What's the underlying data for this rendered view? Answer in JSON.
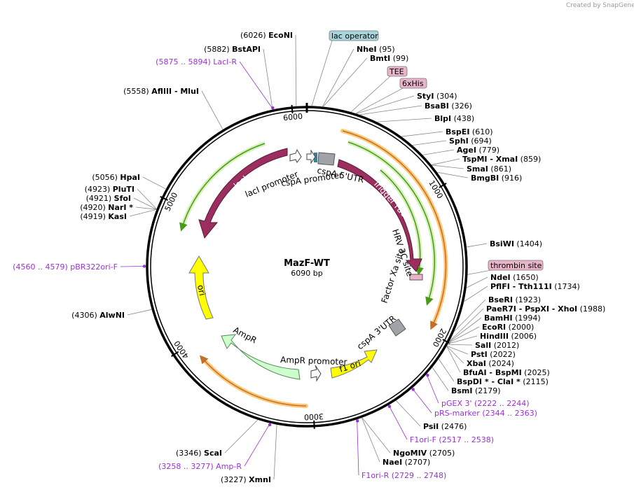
{
  "credit": "Created by SnapGene",
  "plasmid": {
    "name": "MazF-WT",
    "size": "6090 bp"
  },
  "ticks": [
    "1000",
    "2000",
    "3000",
    "4000",
    "5000",
    "6000"
  ],
  "sites": [
    {
      "pos": "(6026)",
      "name": "EcoNI"
    },
    {
      "pos": "(5882)",
      "name": "BstAPI"
    },
    {
      "pos": "(5558)",
      "name": "AflIII  - MluI"
    },
    {
      "pos": "(5056)",
      "name": "HpaI"
    },
    {
      "pos": "(4923)",
      "name": "PluTI"
    },
    {
      "pos": "(4921)",
      "name": "SfoI"
    },
    {
      "pos": "(4920)",
      "name": "NarI *"
    },
    {
      "pos": "(4919)",
      "name": "KasI"
    },
    {
      "pos": "(4306)",
      "name": "AlwNI"
    },
    {
      "pos": "(3346)",
      "name": "ScaI"
    },
    {
      "pos": "(3227)",
      "name": "XmnI"
    },
    {
      "name": "NheI",
      "pos": "(95)"
    },
    {
      "name": "BmtI",
      "pos": "(99)"
    },
    {
      "name": "StyI",
      "pos": "(304)"
    },
    {
      "name": "BsaBI",
      "pos": "(326)"
    },
    {
      "name": "BlpI",
      "pos": "(438)"
    },
    {
      "name": "BspEI",
      "pos": "(610)"
    },
    {
      "name": "SphI",
      "pos": "(694)"
    },
    {
      "name": "AgeI",
      "pos": "(779)"
    },
    {
      "name": "TspMI  - XmaI",
      "pos": "(859)"
    },
    {
      "name": "SmaI",
      "pos": "(861)"
    },
    {
      "name": "BmgBI",
      "pos": "(916)"
    },
    {
      "name": "BsiWI",
      "pos": "(1404)"
    },
    {
      "name": "NdeI",
      "pos": "(1650)"
    },
    {
      "name": "PflFI  - Tth111I",
      "pos": "(1734)"
    },
    {
      "name": "BseRI",
      "pos": "(1923)"
    },
    {
      "name": "PaeR7I  - PspXI  - XhoI",
      "pos": "(1988)"
    },
    {
      "name": "BamHI",
      "pos": "(1994)"
    },
    {
      "name": "EcoRI",
      "pos": "(2000)"
    },
    {
      "name": "HindIII",
      "pos": "(2006)"
    },
    {
      "name": "SalI",
      "pos": "(2012)"
    },
    {
      "name": "PstI",
      "pos": "(2022)"
    },
    {
      "name": "XbaI",
      "pos": "(2024)"
    },
    {
      "name": "BfuAI  - BspMI",
      "pos": "(2025)"
    },
    {
      "name": "BspDI *  - ClaI *",
      "pos": "(2115)"
    },
    {
      "name": "BsmI",
      "pos": "(2179)"
    },
    {
      "name": "PsiI",
      "pos": "(2476)"
    },
    {
      "name": "NgoMIV",
      "pos": "(2705)"
    },
    {
      "name": "NaeI",
      "pos": "(2707)"
    }
  ],
  "primers": [
    {
      "label": "(5875 .. 5894)  LacI-R"
    },
    {
      "label": "(4560 .. 4579)  pBR322ori-F"
    },
    {
      "label": "(3258 .. 3277)  Amp-R"
    },
    {
      "label": "pGEX 3'    (2222 .. 2244)"
    },
    {
      "label": "pRS-marker    (2344 .. 2363)"
    },
    {
      "label": "F1ori-F    (2517 .. 2538)"
    },
    {
      "label": "F1ori-R    (2729 .. 2748)"
    }
  ],
  "boxed": [
    {
      "label": "lac operator",
      "color": "#a8d4dc"
    },
    {
      "label": "TEE",
      "color": "#e8b4c8"
    },
    {
      "label": "6xHis",
      "color": "#e8b4c8"
    },
    {
      "label": "thrombin site",
      "color": "#e8b4c8"
    }
  ],
  "features": {
    "lacI": "lacI",
    "lacI_promoter": "lacI promoter",
    "cspA_promoter": "cspA promoter",
    "cspA_5utr": "cspA 5'UTR",
    "trigger_factor": "Trigger Factor",
    "hrv": "HRV 3C site",
    "factor_xa": "Factor Xa site",
    "cspA_3utr": "cspA 3'UTR",
    "f1_ori": "f1 ori",
    "ampr_promoter": "AmpR promoter",
    "ampr": "AmpR",
    "ori": "ori"
  },
  "colors": {
    "backbone": "#000000",
    "lacI": "#9b2d5f",
    "trigger": "#9b2d5f",
    "ori": "#ffff00",
    "f1ori": "#ffff00",
    "ampr": "#ccffcc",
    "orf_arc": "#ffc876",
    "green_arc": "#4a9a1a",
    "primer": "#9b30d9",
    "cspA_box": "#a0a4a8"
  }
}
